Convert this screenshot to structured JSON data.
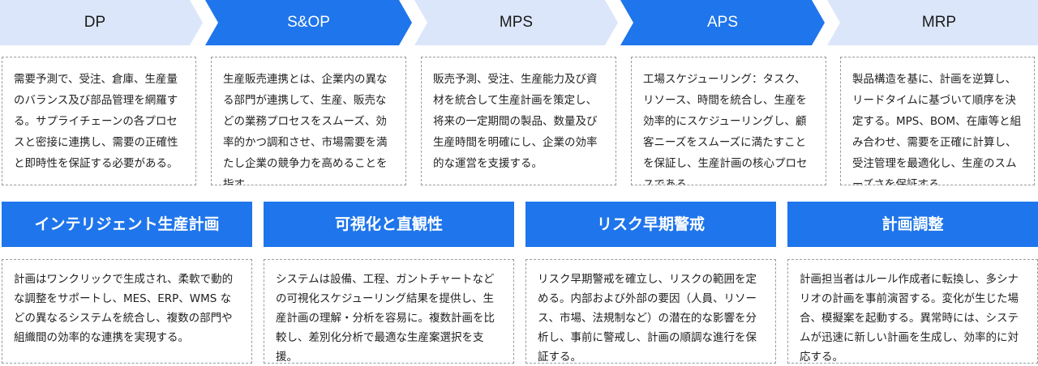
{
  "process": [
    {
      "label": "DP",
      "active": false,
      "description": "需要予測で、受注、倉庫、生産量のバランス及び部品管理を網羅する。サプライチェーンの各プロセスと密接に連携し、需要の正確性と即時性を保証する必要がある。"
    },
    {
      "label": "S&OP",
      "active": true,
      "description": "生産販売連携とは、企業内の異なる部門が連携して、生産、販売などの業務プロセスをスムーズ、効率的かつ調和させ、市場需要を満たし企業の競争力を高めることを指す。"
    },
    {
      "label": "MPS",
      "active": false,
      "description": "販売予測、受注、生産能力及び資材を統合して生産計画を策定し、将来の一定期間の製品、数量及び生産時間を明確にし、企業の効率的な運営を支援する。"
    },
    {
      "label": "APS",
      "active": true,
      "description": "工場スケジューリング：タスク、リソース、時間を統合し、生産を効率的にスケジューリングし、顧客ニーズをスムーズに満たすことを保証し、生産計画の核心プロセスである。"
    },
    {
      "label": "MRP",
      "active": false,
      "description": "製品構造を基に、計画を逆算し、リードタイムに基づいて順序を決定する。MPS、BOM、在庫等と組み合わせ、需要を正確に計算し、受注管理を最適化し、生産のスムーズさを保証する。"
    }
  ],
  "features": [
    {
      "title": "インテリジェント生産計画",
      "description": "計画はワンクリックで生成され、柔軟で動的な調整をサポートし、MES、ERP、WMS などの異なるシステムを統合し、複数の部門や組織間の効率的な連携を実現する。"
    },
    {
      "title": "可視化と直観性",
      "description": "システムは設備、工程、ガントチャートなどの可視化スケジューリング結果を提供し、生産計画の理解・分析を容易に。複数計画を比較し、差別化分析で最適な生産案選択を支援。"
    },
    {
      "title": "リスク早期警戒",
      "description": "リスク早期警戒を確立し、リスクの範囲を定める。内部および外部の要因（人員、リソース、市場、法規制など）の潜在的な影響を分析し、事前に警戒し、計画の順調な進行を保証する。"
    },
    {
      "title": "計画調整",
      "description": "計画担当者はルール作成者に転換し、多シナリオの計画を事前演習する。変化が生じた場合、模擬案を起動する。異常時には、システムが迅速に新しい計画を生成し、効率的に対応する。"
    }
  ],
  "colors": {
    "active_fill": "#1f75eb",
    "inactive_fill": "#dce6fa",
    "active_text": "#ffffff",
    "inactive_text": "#1a1a1a"
  }
}
